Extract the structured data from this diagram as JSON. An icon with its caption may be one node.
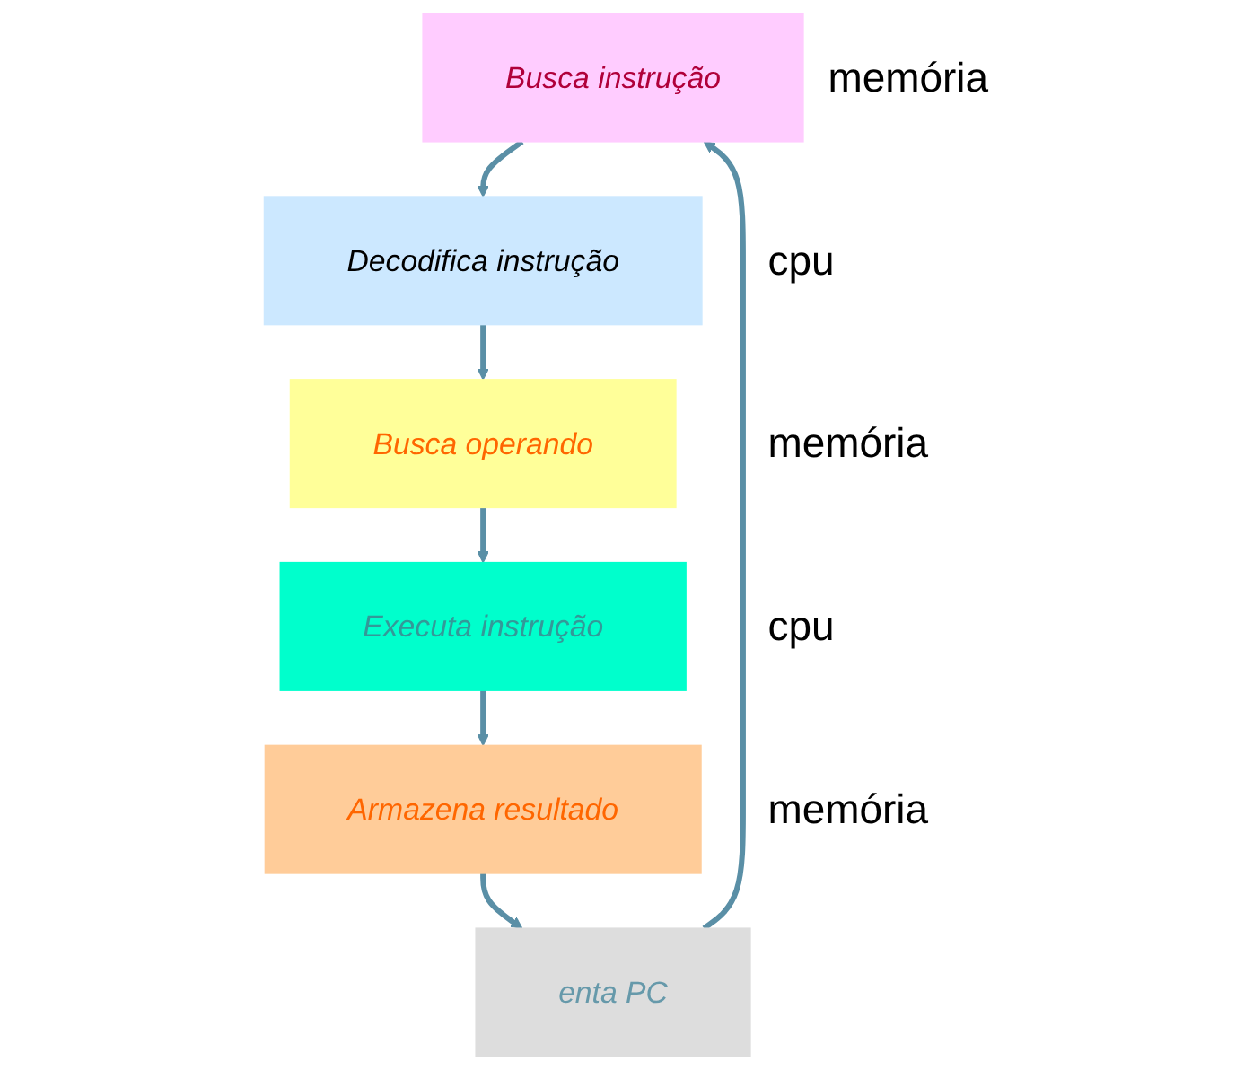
{
  "diagram": {
    "nodes": [
      {
        "text": [
          "Busca instrução"
        ],
        "beside": [
          "memória"
        ]
      },
      {
        "text": [
          "Decodifica instrução"
        ],
        "beside": [
          "cpu"
        ]
      },
      {
        "text": [
          "Busca operando"
        ],
        "beside": [
          "memória"
        ]
      },
      {
        "text": [
          "Executa instrução"
        ],
        "beside": [
          "cpu"
        ]
      },
      {
        "text": [
          "Armazena resultado"
        ],
        "beside": [
          "memória"
        ]
      },
      {
        "text": [
          "enta PC"
        ]
      }
    ],
    "edges": [
      {
        "from": 0,
        "to": 1,
        "arrow": "to"
      },
      {
        "from": 1,
        "to": 2,
        "arrow": "to"
      },
      {
        "from": 2,
        "to": 3,
        "arrow": "to"
      },
      {
        "from": 3,
        "to": 4,
        "arrow": "to"
      },
      {
        "from": 4,
        "to": 5,
        "arrow": "to"
      },
      {
        "from": 5,
        "to": 0,
        "arrow": "to"
      }
    ]
  }
}
